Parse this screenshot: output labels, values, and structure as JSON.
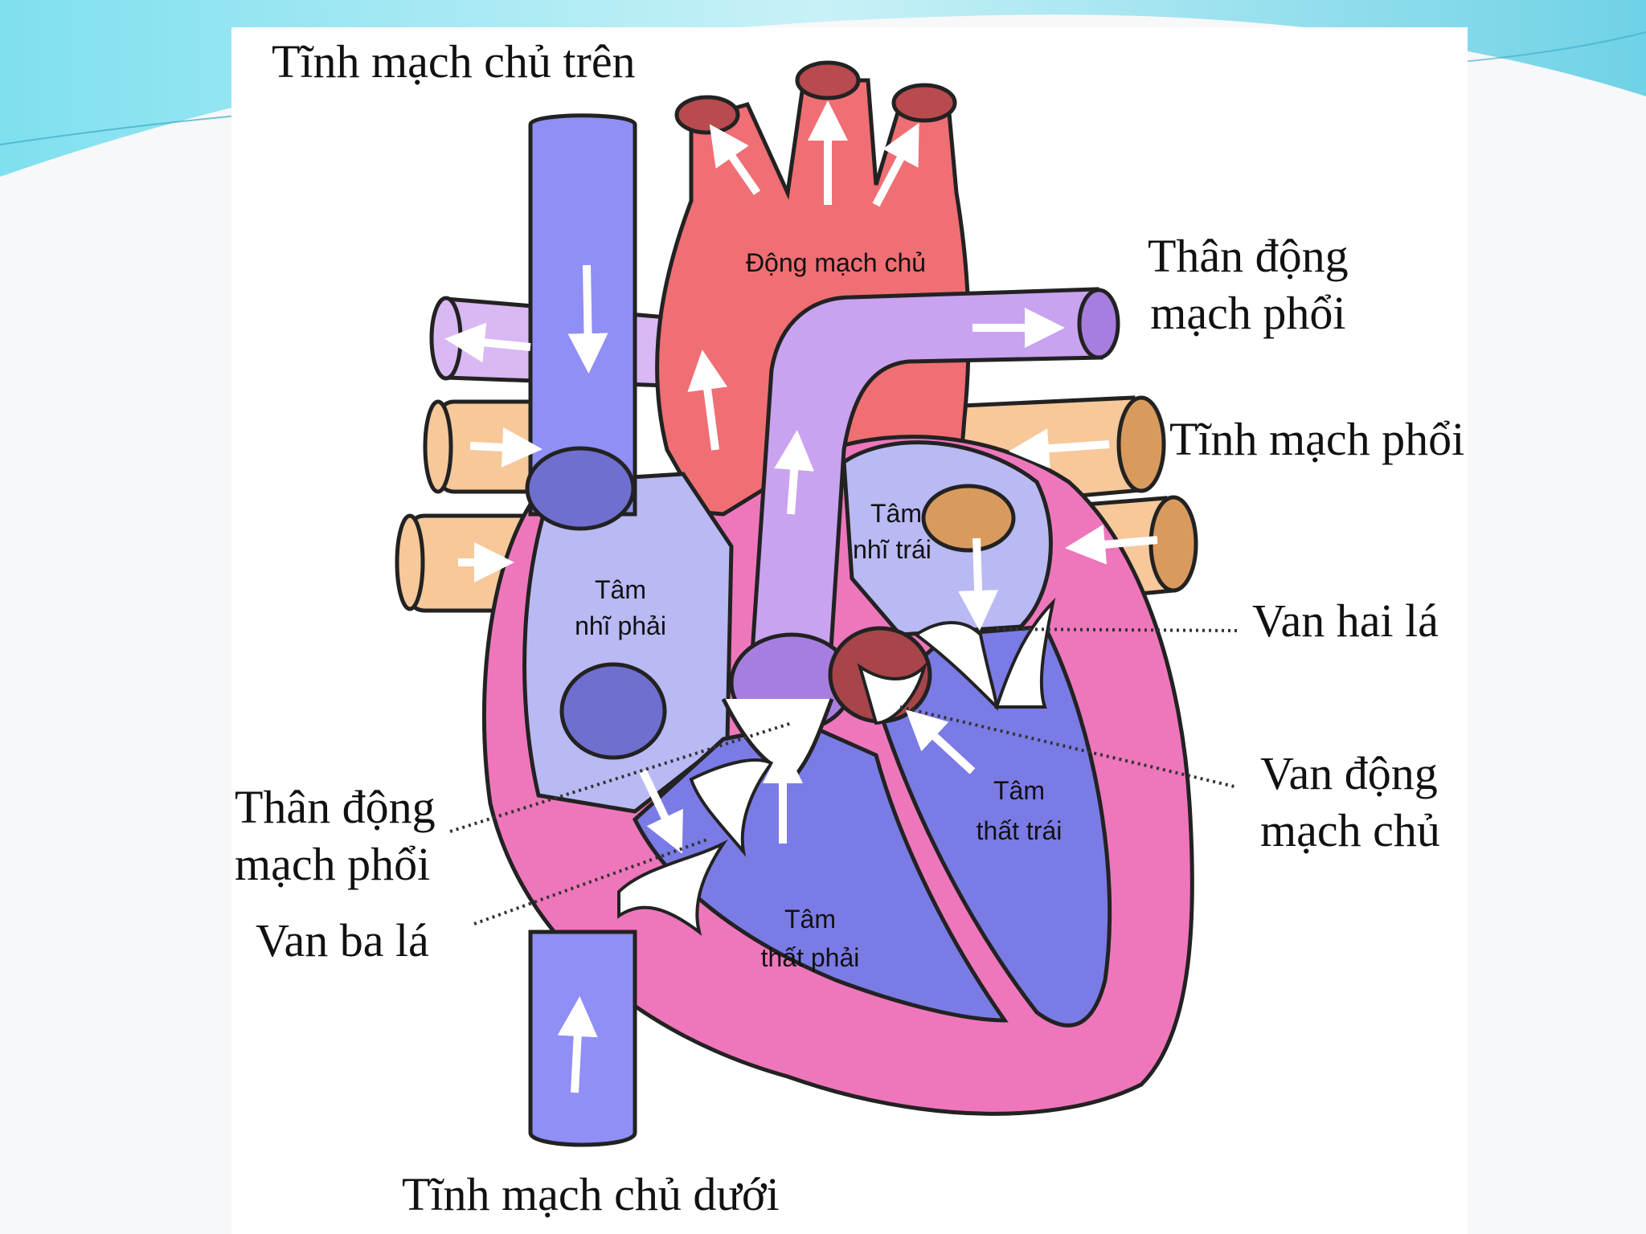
{
  "diagram": {
    "labels": {
      "superior_vena_cava": "Tĩnh mạch chủ trên",
      "pulmonary_trunk_right_line1": "Thân động",
      "pulmonary_trunk_right_line2": "mạch phổi",
      "pulmonary_veins": "Tĩnh mạch phổi",
      "mitral_valve": "Van hai lá",
      "aortic_valve_line1": "Van động",
      "aortic_valve_line2": "mạch chủ",
      "pulmonary_valve_left_line1": "Thân động",
      "pulmonary_valve_left_line2": "mạch phổi",
      "tricuspid_valve": "Van ba lá",
      "inferior_vena_cava": "Tĩnh mạch chủ dưới"
    },
    "inner_labels": {
      "aorta": "Động mạch chủ",
      "right_atrium_line1": "Tâm",
      "right_atrium_line2": "nhĩ phải",
      "left_atrium_line1": "Tâm",
      "left_atrium_line2": "nhĩ trái",
      "left_ventricle_line1": "Tâm",
      "left_ventricle_line2": "thất trái",
      "right_ventricle_line1": "Tâm",
      "right_ventricle_line2": "thất phải"
    },
    "colors": {
      "vena_cava": "#8f8ff5",
      "aorta": "#ef6f74",
      "pulmonary_artery": "#c9a2f0",
      "pulmonary_vein": "#f6c89a",
      "heart_wall": "#ee77bb",
      "atrium": "#b9b9f4",
      "ventricle": "#7b7be6",
      "slide_accent": "#5fd6e8"
    }
  }
}
